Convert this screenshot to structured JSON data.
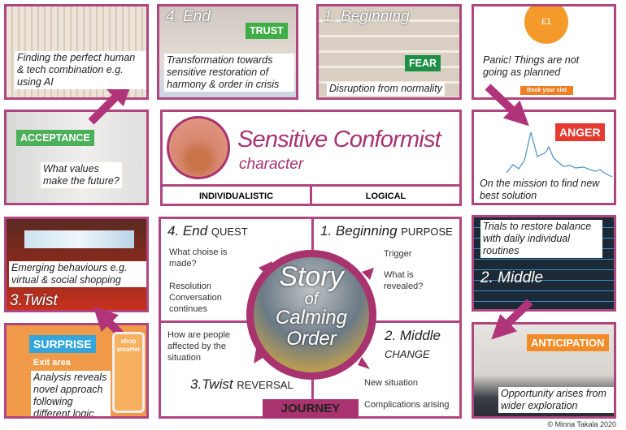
{
  "colors": {
    "accent": "#a8336f",
    "border": "#b0467f",
    "trust": "#3fae49",
    "fear": "#1e8f46",
    "anger": "#e53a2f",
    "surprise": "#35a6dc",
    "anticipation": "#f28c28",
    "acceptance": "#4caf5a"
  },
  "panels": {
    "tech": {
      "caption": "Finding the perfect human & tech combination e.g. using AI"
    },
    "end": {
      "title": "4. End",
      "tag": "TRUST",
      "caption": "Transformation towards sensitive restoration of harmony & order in crisis"
    },
    "beginning": {
      "title": "1. Beginning",
      "tag": "FEAR",
      "caption": "Disruption from normality"
    },
    "panic": {
      "icon_text": "£1",
      "caption": "Panic! Things are not going as planned",
      "button": "Book your slot"
    },
    "acceptance": {
      "tag": "ACCEPTANCE",
      "caption": "What values make the future?"
    },
    "anger": {
      "tag": "ANGER",
      "caption": "On the mission to find new best solution"
    },
    "twist": {
      "title": "3.Twist",
      "caption": "Emerging behaviours e.g. virtual & social shopping"
    },
    "surprise": {
      "tag": "SURPRISE",
      "sign": "Exit area",
      "phone": "shop smarter",
      "caption": "Analysis reveals novel approach following different logic"
    },
    "middle": {
      "title": "2. Middle",
      "caption": "Trials to restore balance with daily individual routines"
    },
    "anticipation": {
      "tag": "ANTICIPATION",
      "caption": "Opportunity arises from wider exploration"
    }
  },
  "character": {
    "title": "Sensitive Conformist",
    "subtitle": "character",
    "traits": [
      "INDIVIDUALISTIC",
      "LOGICAL"
    ]
  },
  "story": {
    "center": [
      "Story",
      "of",
      "Calming",
      "Order"
    ],
    "quadrants": {
      "end": {
        "head": "4. End",
        "sub": "QUEST",
        "items": [
          "What choise is made?",
          "Resolution Conversation continues"
        ]
      },
      "beginning": {
        "head": "1. Beginning",
        "sub": "PURPOSE",
        "items": [
          "Trigger",
          "What is revealed?"
        ]
      },
      "twist": {
        "head": "3.Twist",
        "sub": "REVERSAL",
        "items": [
          "How are people affected by the situation"
        ]
      },
      "middle": {
        "head": "2. Middle",
        "sub": "CHANGE",
        "items": [
          "New situation",
          "Complications arising"
        ]
      }
    },
    "label": "JOURNEY"
  },
  "copyright": "© Minna Takala 2020"
}
